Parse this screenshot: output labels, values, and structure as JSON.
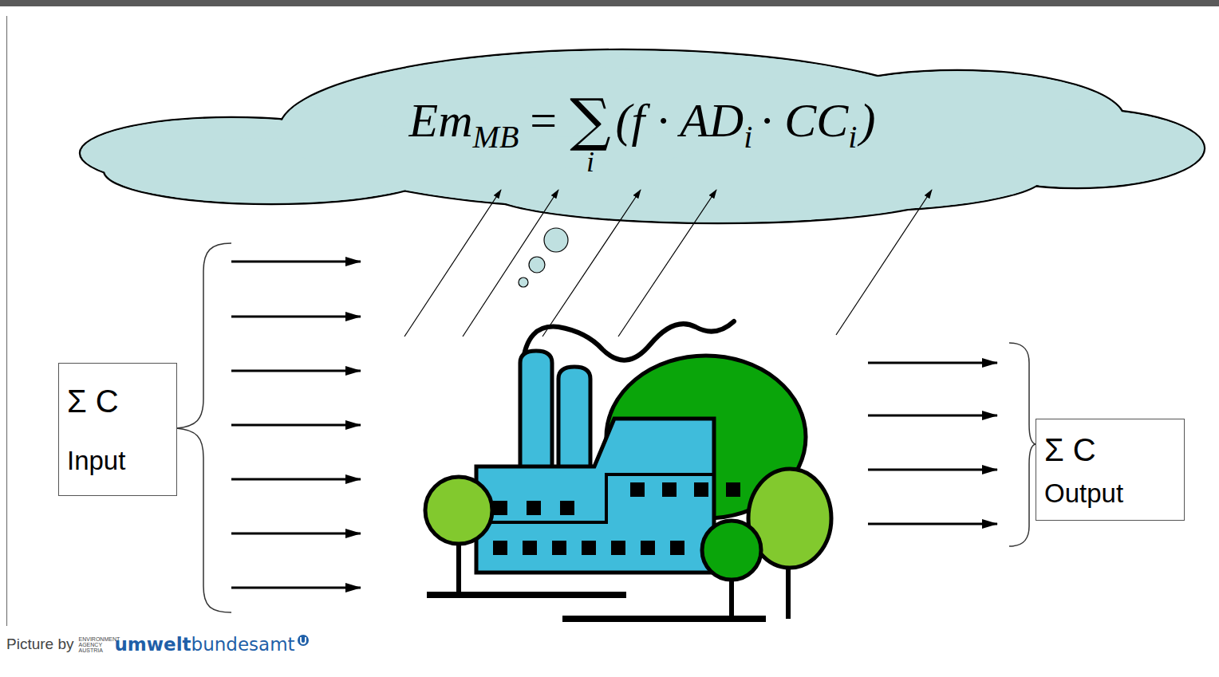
{
  "diagram": {
    "nodes": [
      {
        "text": [
          "Em",
          "MB",
          "=",
          "∑",
          "i",
          "(f · AD",
          "i",
          "· CC",
          "i",
          ")"
        ]
      },
      {
        "text": [
          "Σ C",
          "Input"
        ]
      },
      {
        "text": [
          "Σ C",
          "Output"
        ]
      }
    ],
    "labels": [
      "Picture by",
      "ENVIRONMENT AGENCY AUSTRIA",
      "umwelt",
      "bundesamt"
    ]
  }
}
